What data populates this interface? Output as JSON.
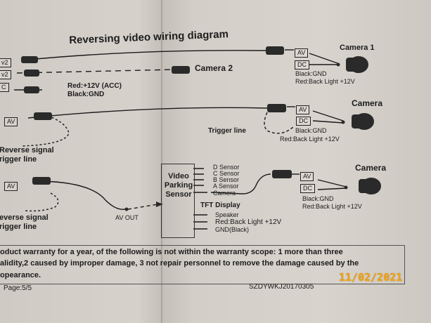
{
  "title": "Reversing video wiring diagram",
  "left_fragments": [
    "v2",
    "v2",
    "C"
  ],
  "camera1": {
    "name": "Camera 1",
    "av": "AV",
    "dc": "DC",
    "black": "Black:GND",
    "red": "Red:Back Light +12V"
  },
  "camera2_label": "Camera 2",
  "power": {
    "red": "Red:+12V (ACC)",
    "black": "Black:GND"
  },
  "camera_mid": {
    "name": "Camera",
    "av": "AV",
    "dc": "DC",
    "trigger": "Trigger line",
    "black": "Black:GND",
    "red": "Red:Back Light +12V"
  },
  "av_left1": "AV",
  "reverse_signal1": [
    "Reverse signal",
    "rigger line"
  ],
  "sensor": {
    "label": "Video Parking Sensor",
    "inputs": [
      "D Sensor",
      "C Sensor",
      "B Sensor",
      "A Sensor",
      "Camera"
    ],
    "display": "TFT Display",
    "outputs": [
      "Speaker",
      "Red:Back Light +12V",
      "GND(Black)"
    ]
  },
  "camera_low": {
    "name": "Camera",
    "av": "AV",
    "dc": "DC",
    "black": "Black:GND",
    "red": "Red:Back Light +12V"
  },
  "av_left2": "AV",
  "reverse_signal2": [
    "everse signal",
    "rigger line"
  ],
  "av_out": "AV OUT",
  "warranty": [
    "oduct warranty for a year, of the following is  not within the warranty scope: 1 more than three",
    "alidity,2 caused by improper  damage, 3 not repair  personnel to remove the damage caused by the",
    "opearance."
  ],
  "footer": {
    "page": "Page:5/5",
    "code": "SZDYWKJ20170305"
  },
  "date_stamp": "11/02/2021"
}
